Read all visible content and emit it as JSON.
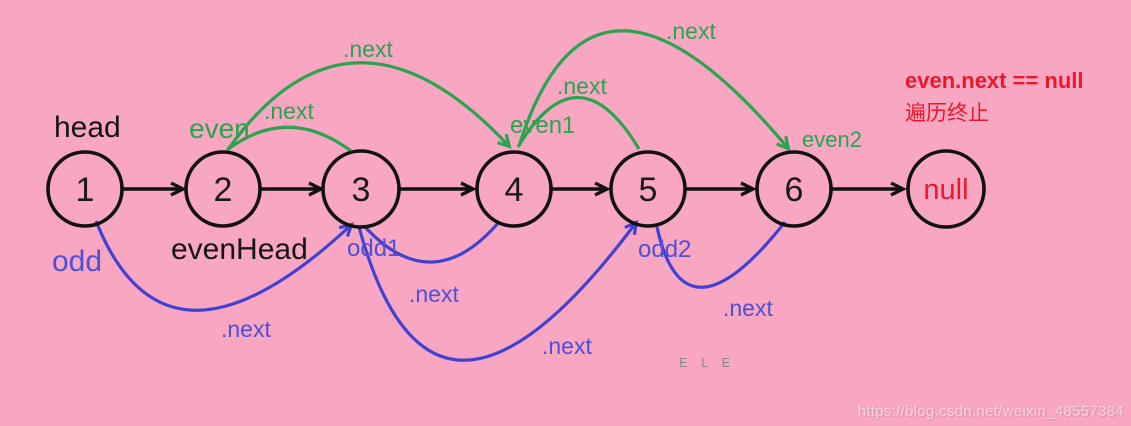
{
  "palette": {
    "background": "#f8a6c2",
    "node_stroke": "#111111",
    "list_arrow_black": "#111111",
    "even_link_green": "#2aa44f",
    "odd_link_blue": "#4242d0",
    "highlight_red": "#e8192c",
    "logo_gray": "#8a8a8a",
    "watermark_light_pink": "#fbc9dc"
  },
  "nodes": [
    {
      "label": "1"
    },
    {
      "label": "2"
    },
    {
      "label": "3"
    },
    {
      "label": "4"
    },
    {
      "label": "5"
    },
    {
      "label": "6"
    },
    {
      "label": "null"
    }
  ],
  "labels": {
    "head": "head",
    "even": "even",
    "odd": "odd",
    "even_head": "evenHead",
    "even1": "even1",
    "even2": "even2",
    "odd1": "odd1",
    "odd2": "odd2",
    "next": ".next"
  },
  "annotations": {
    "condition": "even.next == null",
    "termination": "遍历终止"
  },
  "edges": {
    "list_arrows": [
      "1→2",
      "2→3",
      "3→4",
      "4→5",
      "5→6",
      "6→null"
    ],
    "even_next_links": [
      "2→3",
      "2→4",
      "4→5",
      "4→6"
    ],
    "odd_next_links": [
      "1→3",
      "3→4",
      "3→5",
      "5→6"
    ]
  },
  "footer": {
    "logo": "E L E",
    "watermark": "https://blog.csdn.net/weixin_48557384"
  }
}
